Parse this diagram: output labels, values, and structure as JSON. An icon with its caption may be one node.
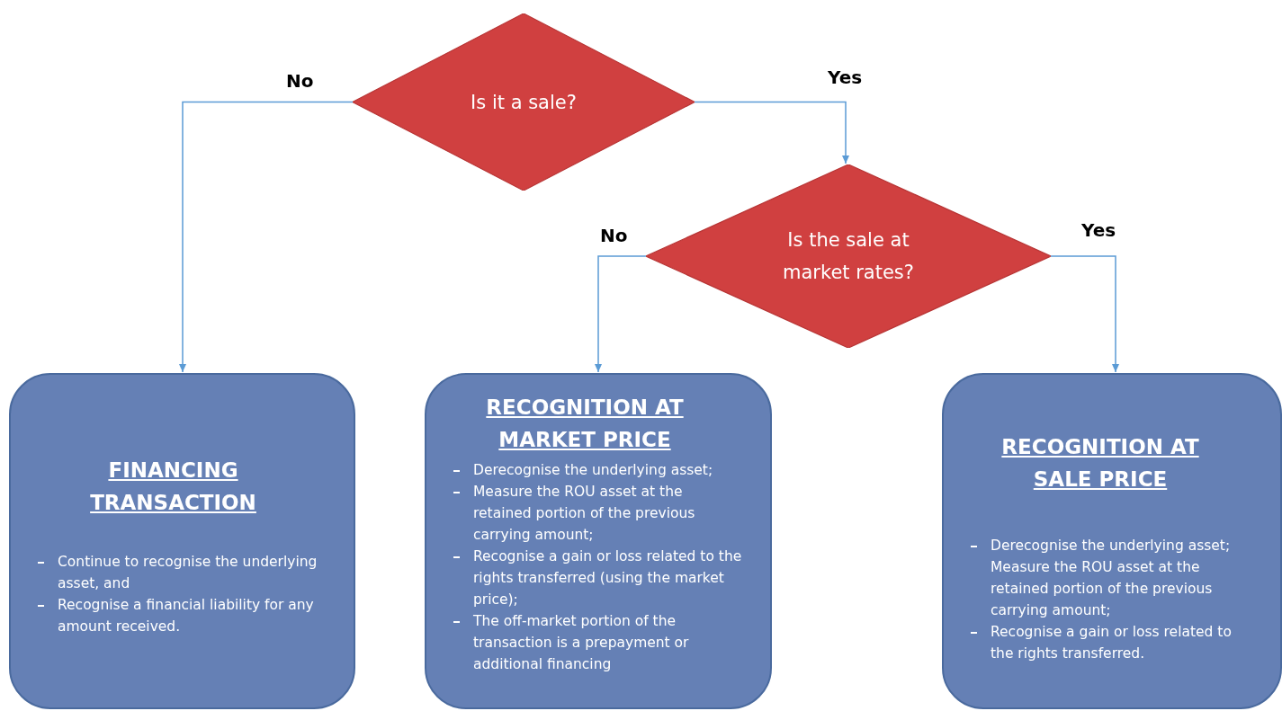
{
  "diagram": {
    "nodes": [
      {
        "text": [
          "Is it a sale?"
        ]
      },
      {
        "text": [
          "Is the sale at market rates?"
        ]
      },
      {
        "text": [
          "FINANCING TRANSACTION",
          "Continue to recognise the underlying asset, and",
          "Recognise a financial liability for any amount received."
        ]
      },
      {
        "text": [
          "RECOGNITION AT MARKET PRICE",
          "Derecognise the underlying asset;",
          "Measure the ROU asset at the retained portion of the previous carrying amount;",
          "Recognise a gain or loss related to the rights transferred (using the market price);",
          "The off-market portion of the transaction is a prepayment or additional financing"
        ]
      },
      {
        "text": [
          "RECOGNITION AT SALE PRICE",
          "Derecognise the underlying asset; Measure the ROU asset at the retained portion of the previous carrying amount;",
          "Recognise a gain or loss related to the rights transferred."
        ]
      }
    ],
    "edges": [
      {
        "from": 0,
        "to": 2,
        "arrow": "to",
        "label": "No"
      },
      {
        "from": 0,
        "to": 1,
        "arrow": "to",
        "label": "Yes"
      },
      {
        "from": 1,
        "to": 3,
        "arrow": "to",
        "label": "No"
      },
      {
        "from": 1,
        "to": 4,
        "arrow": "to",
        "label": "Yes"
      }
    ]
  }
}
